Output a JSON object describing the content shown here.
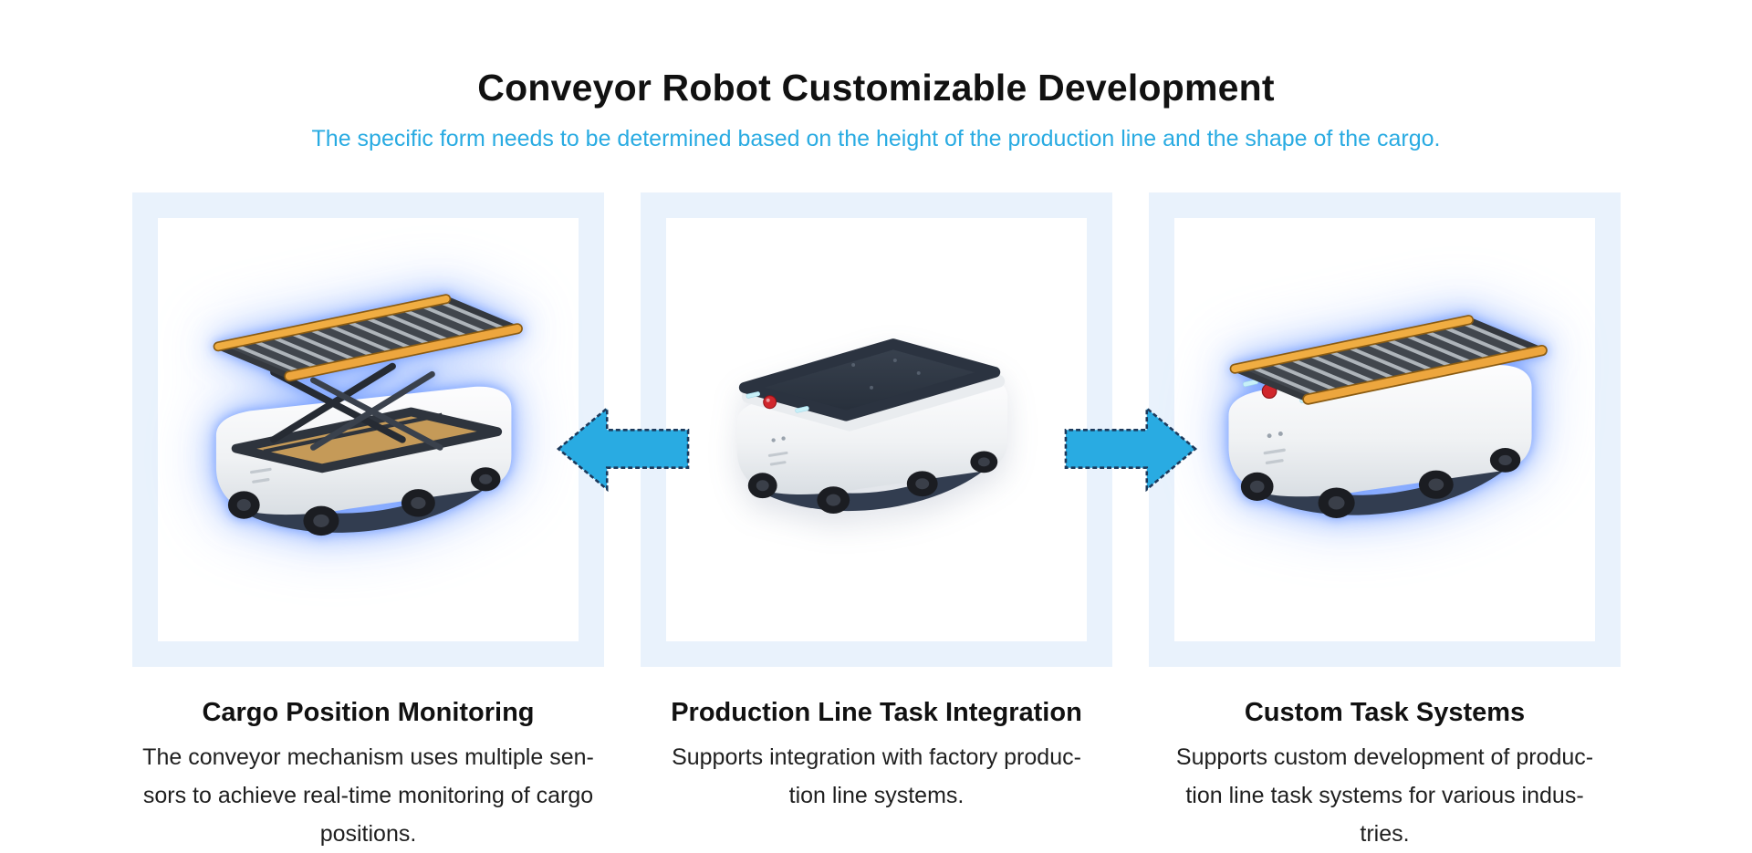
{
  "page": {
    "title": "Conveyor Robot Customizable Development",
    "subtitle": "The specific form needs to be determined based on the height of the production line and the shape of the cargo."
  },
  "colors": {
    "accent_cyan": "#29abe2",
    "arrow_fill": "#29abe2",
    "arrow_dashed_border": "#1c3a5c",
    "panel_background": "#e9f2fc",
    "image_area_background": "#ffffff",
    "heading_text": "#111111",
    "body_text": "#1f1f1f",
    "conveyor_rail_orange": "#eda63e",
    "robot_glow_blue": "#7aa0ff"
  },
  "icons": {
    "arrow_left": "block-arrow-left-icon",
    "arrow_right": "block-arrow-right-icon"
  },
  "features": [
    {
      "image": "robot-with-scissor-lift-conveyor",
      "heading": "Cargo Position Monitoring",
      "body": "The conveyor mechanism uses multiple sen-\nsors to achieve real-time monitoring of cargo\npositions."
    },
    {
      "image": "robot-base-unit",
      "heading": "Production Line Task Integration",
      "body": "Supports integration with factory produc-\ntion line systems."
    },
    {
      "image": "robot-with-roller-conveyor-top",
      "heading": "Custom Task Systems",
      "body": "Supports custom development of produc-\ntion line task systems for various indus-\ntries."
    }
  ]
}
